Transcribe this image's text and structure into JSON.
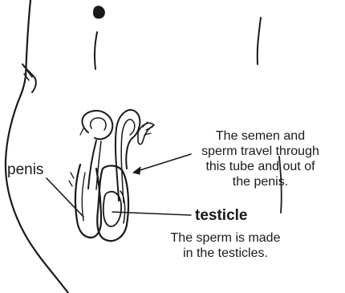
{
  "labels": {
    "penis": "penis",
    "testicle": "testicle"
  },
  "captions": {
    "tube": [
      "The semen and",
      "sperm travel through",
      "this tube and out of",
      "the penis."
    ],
    "sperm": [
      "The sperm is made",
      "in the testicles."
    ]
  },
  "colors": {
    "ink": "#1a1a1a",
    "background": "#ffffff"
  }
}
